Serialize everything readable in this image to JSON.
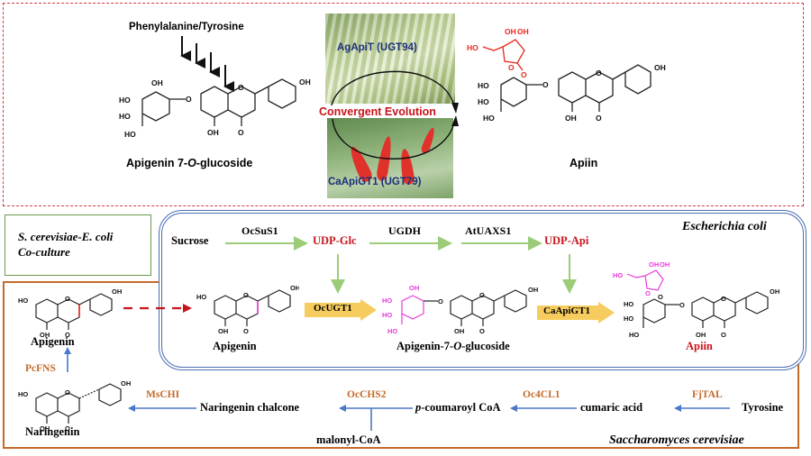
{
  "top_panel": {
    "precursor": "Phenylalanine/Tyrosine",
    "left_compound": "Apigenin 7-O-glucoside",
    "left_compound_parts": [
      "Apigenin 7-",
      "O",
      "-glucoside"
    ],
    "right_compound": "Apiin",
    "center_label": "Convergent Evolution",
    "enzyme_top": "AgApiT (UGT94)",
    "enzyme_bottom": "CaApiGT1 (UGT79)",
    "photo_top": "celery-photo",
    "photo_bottom": "chili-pepper-photo",
    "colors": {
      "border": "#d9383a",
      "center_label": "#c8141c",
      "enzyme_labels": "#1b2f7a",
      "apiose_highlight": "#e8281e"
    }
  },
  "coculture": {
    "line1": "S. cerevisiae-E. coli",
    "line2": "Co-culture"
  },
  "ecoli": {
    "organism": "Escherichia coli",
    "sucrose": "Sucrose",
    "enzyme1": "OcSuS1",
    "udp_glc": "UDP-Glc",
    "enzyme2": "UGDH",
    "enzyme3": "AtUAXS1",
    "udp_api": "UDP-Api",
    "apigenin": "Apigenin",
    "glucosylation_enzyme": "OcUGT1",
    "intermediate_parts": [
      "Apigenin-7-",
      "O",
      "-glucoside"
    ],
    "apiosylation_enzyme": "CaApiGT1",
    "product": "Apiin",
    "colors": {
      "border": "#4a6fb3",
      "arrows": "#9ccc7a",
      "udp_sugars": "#c8141c",
      "enzyme_arrow_fill": "#f6cc5e",
      "sugar_highlight": "#e83ad8"
    }
  },
  "yeast": {
    "organism": "Saccharomyces cerevisiae",
    "tyrosine": "Tyrosine",
    "enzyme_tal": "FjTAL",
    "cumaric_acid": "cumaric acid",
    "enzyme_4cl": "Oc4CL1",
    "coumaroyl_coa_prefix": "p",
    "coumaroyl_coa": "-coumaroyl CoA",
    "enzyme_chs": "OcCHS2",
    "malonyl_coa": "malonyl-CoA",
    "naringenin_chalcone": "Naringenin chalcone",
    "enzyme_chi": "MsCHI",
    "naringenin": "Naringenin",
    "enzyme_fns": "PcFNS",
    "apigenin": "Apigenin",
    "colors": {
      "border": "#c46a28",
      "enzymes": "#c46a28",
      "arrows": "#4a78c8",
      "transfer_arrow": "#c8141c"
    }
  },
  "structure_atoms": {
    "oh": "OH",
    "ho": "HO",
    "o": "O"
  }
}
